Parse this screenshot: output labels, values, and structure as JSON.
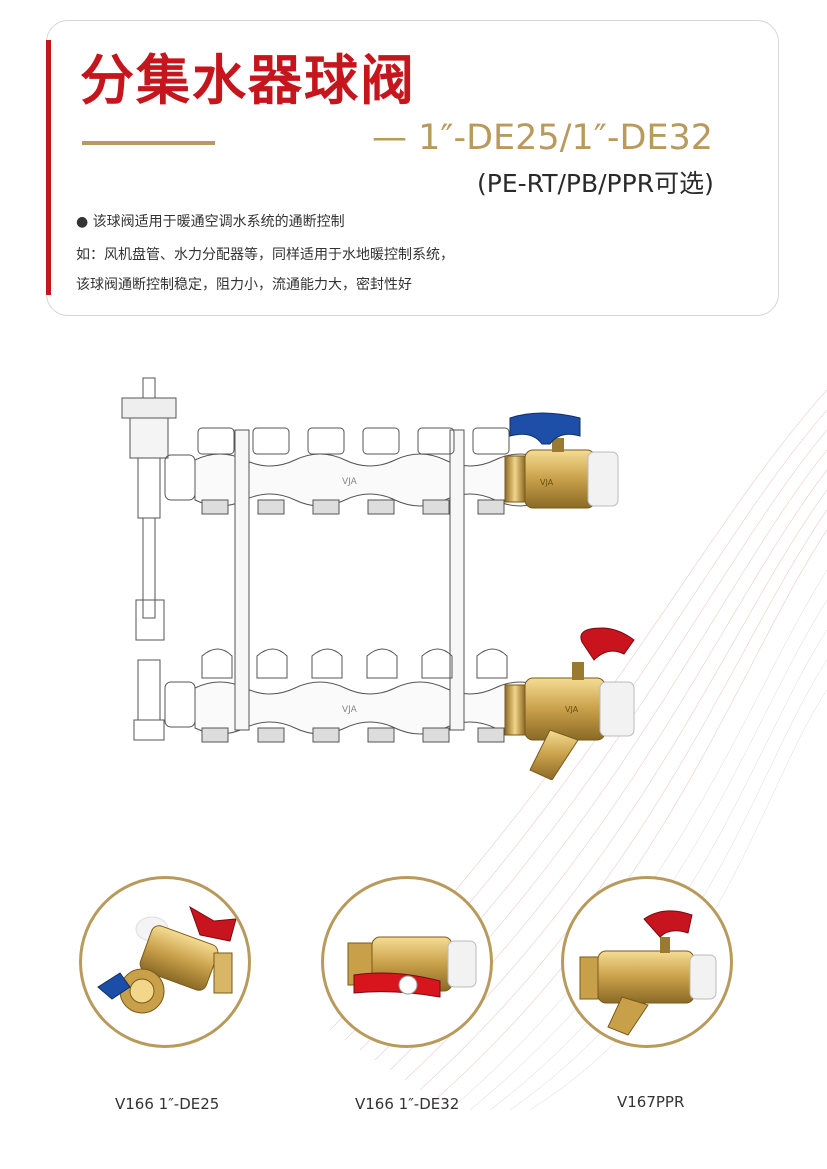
{
  "header": {
    "title": "分集水器球阀",
    "spec": "— 1″-DE25/1″-DE32",
    "spec_sub": "(PE-RT/PB/PPR可选)",
    "desc": [
      "● 该球阀适用于暖通空调水系统的通断控制",
      "如：风机盘管、水力分配器等，同样适用于水地暖控制系统，",
      "该球阀通断控制稳定，阻力小，流通能力大，密封性好"
    ]
  },
  "products": [
    {
      "caption": "V166 1″-DE25",
      "handle_color": "#c8141e",
      "second_handle_color": "#1b4ea6"
    },
    {
      "caption": "V166 1″-DE32",
      "handle_color": "#d8141c"
    },
    {
      "caption": "V167PPR",
      "handle_color": "#c8141e"
    }
  ],
  "manifold": {
    "engraving": "VJA",
    "top_handle_color": "#1e4fa8",
    "bottom_handle_color": "#c9141e"
  },
  "colors": {
    "accent_red": "#c4161c",
    "accent_gold": "#b89a5d",
    "brass": "#c9a04a"
  }
}
